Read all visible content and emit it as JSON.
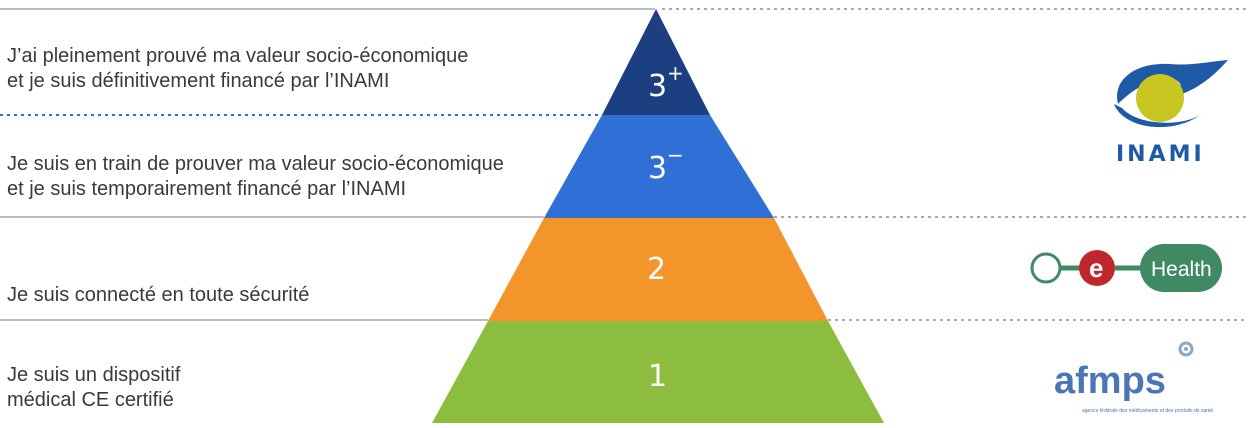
{
  "levels": [
    {
      "number": "3",
      "superscript": "+",
      "color": "#1b3f80",
      "label_lines": [
        "J’ai pleinement prouvé ma valeur socio-économique",
        "et je suis définitivement financé par l’INAMI"
      ]
    },
    {
      "number": "3",
      "superscript": "−",
      "color": "#2f6fd6",
      "label_lines": [
        "Je suis en train de prouver ma valeur socio-économique",
        "et je suis temporairement financé par l’INAMI"
      ]
    },
    {
      "number": "2",
      "superscript": "",
      "color": "#f3952a",
      "label_lines": [
        "Je suis connecté en toute sécurité"
      ]
    },
    {
      "number": "1",
      "superscript": "",
      "color": "#8cbd3f",
      "label_lines": [
        "Je suis un dispositif",
        "médical CE certifié"
      ]
    }
  ],
  "logos": {
    "inami": {
      "text": "INAMI",
      "colors": {
        "swoosh": "#1f5aa6",
        "circle": "#c8c622"
      }
    },
    "ehealth": {
      "e_letter": "e",
      "text": "Health",
      "colors": {
        "e_circle": "#c0272d",
        "pill": "#3f8a63"
      }
    },
    "afmps": {
      "text": "afmps",
      "subtitle": "agence fédérale des médicaments et des produits de santé"
    }
  }
}
